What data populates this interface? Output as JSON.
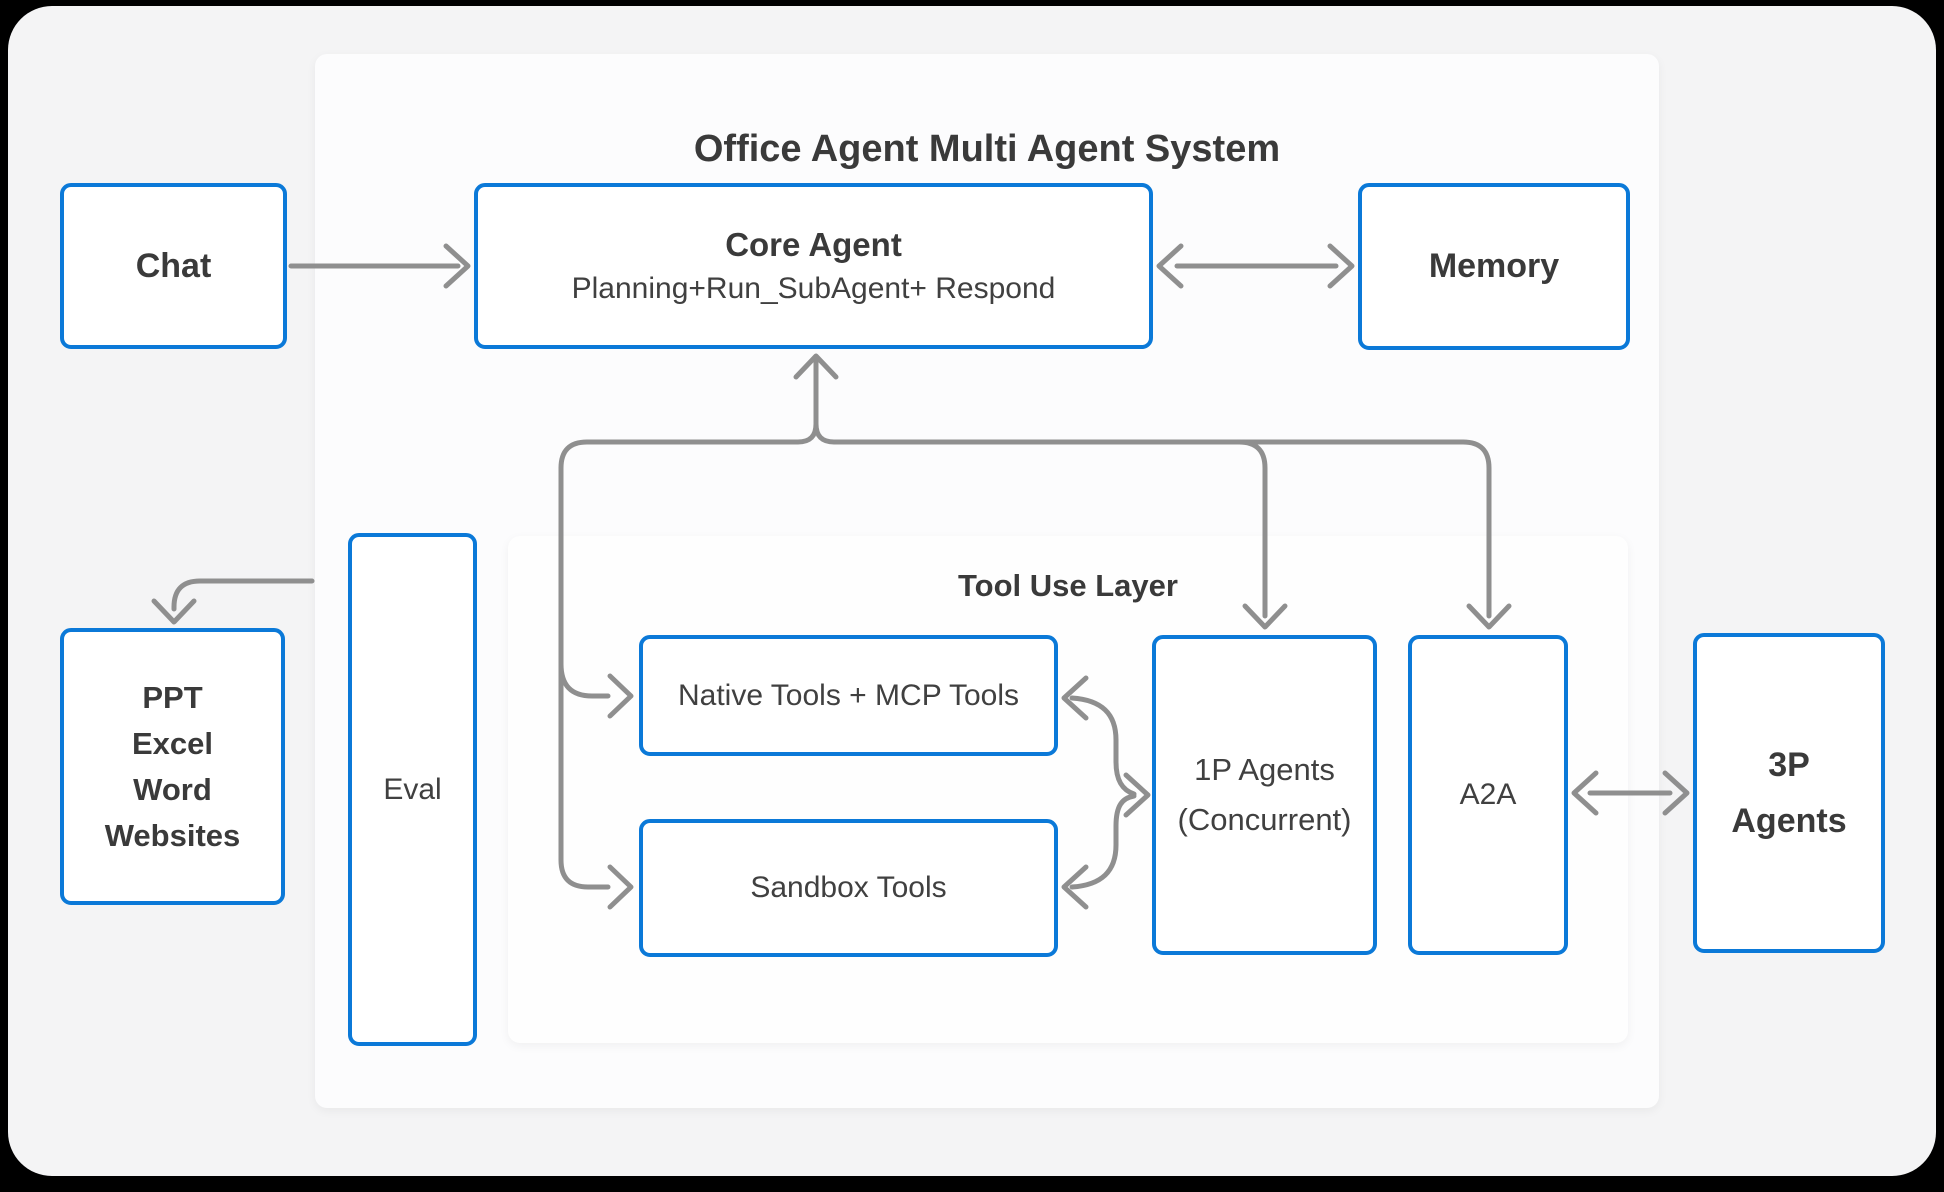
{
  "colors": {
    "accent_blue": "#0b79d8",
    "arrow_gray": "#8f8f8f",
    "text_dark": "#3a3a3a",
    "canvas_bg": "#f4f4f5",
    "panel_bg": "#fcfcfd",
    "outer_bg": "#000000"
  },
  "system_panel": {
    "title": "Office Agent Multi Agent System"
  },
  "tool_panel": {
    "title": "Tool Use Layer"
  },
  "nodes": {
    "chat": {
      "label": "Chat"
    },
    "core_agent": {
      "title": "Core Agent",
      "subtitle": "Planning+Run_SubAgent+ Respond"
    },
    "memory": {
      "label": "Memory"
    },
    "office_surfaces": {
      "lines": [
        "PPT",
        "Excel",
        "Word",
        "Websites"
      ]
    },
    "eval": {
      "label": "Eval"
    },
    "native_tools": {
      "label": "Native Tools + MCP Tools"
    },
    "sandbox_tools": {
      "label": "Sandbox Tools"
    },
    "first_party_agents": {
      "lines": [
        "1P Agents",
        "(Concurrent)"
      ]
    },
    "a2a": {
      "label": "A2A"
    },
    "third_party_agents": {
      "lines": [
        "3P",
        "Agents"
      ]
    }
  }
}
